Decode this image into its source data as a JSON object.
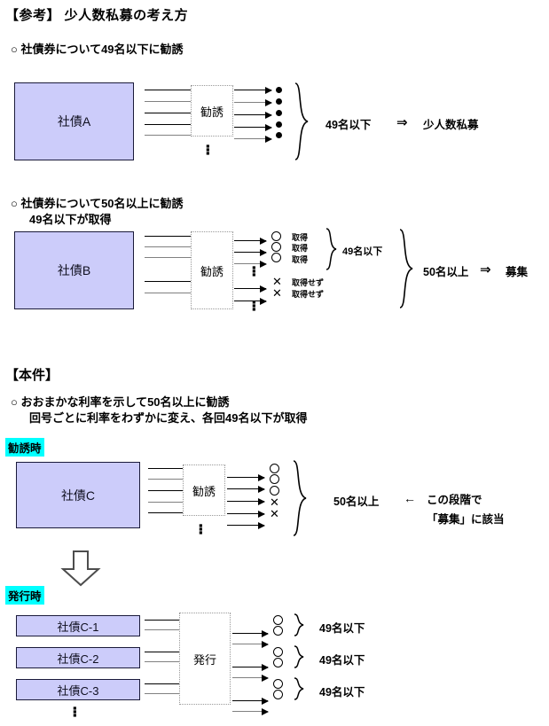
{
  "document": {
    "title": "【参考】 少人数私募の考え方",
    "section2_title": "【本件】"
  },
  "sections": [
    {
      "id": "case-a",
      "bullet": "○ 社債券について49名以下に勧誘",
      "bond_label": "社債A",
      "process_label": "勧誘",
      "ellipsis": "⋮",
      "recipients": [
        "●",
        "●",
        "●",
        "●",
        "●"
      ],
      "brace_label": "49名以下",
      "arrow_symbol": "⇒",
      "conclusion": "少人数私募"
    },
    {
      "id": "case-b",
      "bullet_line1": "○ 社債券について50名以上に勧誘",
      "bullet_line2": "49名以下が取得",
      "bond_label": "社債B",
      "process_label": "勧誘",
      "ellipsis": "⋮",
      "acquired_label": "取得",
      "not_acquired_label": "取得せず",
      "inner_brace_label": "49名以下",
      "outer_brace_label": "50名以上",
      "arrow_symbol": "⇒",
      "conclusion": "募集"
    },
    {
      "id": "case-c",
      "bullet_line1": "○ おおまかな利率を示して50名以上に勧誘",
      "bullet_line2": "回号ごとに利率をわずかに変え、各回49名以下が取得",
      "stage1_label": "勧誘時",
      "stage2_label": "発行時",
      "bond_label": "社債C",
      "process_label": "勧誘",
      "ellipsis": "⋮",
      "brace_label": "50名以上",
      "note_arrow": "←",
      "note_line1": "この段階で",
      "note_line2": "「募集」に該当",
      "issue_process_label": "発行",
      "issues": [
        {
          "label": "社債C-1",
          "brace_label": "49名以下"
        },
        {
          "label": "社債C-2",
          "brace_label": "49名以下"
        },
        {
          "label": "社債C-3",
          "brace_label": "49名以下"
        }
      ],
      "bottom_ellipsis": "⋮"
    }
  ],
  "colors": {
    "bond_fill": "#ccccfa",
    "bond_border": "#1a1a3a",
    "highlight": "#00ffff",
    "process_border": "#999999",
    "line": "#000000",
    "line_gray": "#808080"
  }
}
